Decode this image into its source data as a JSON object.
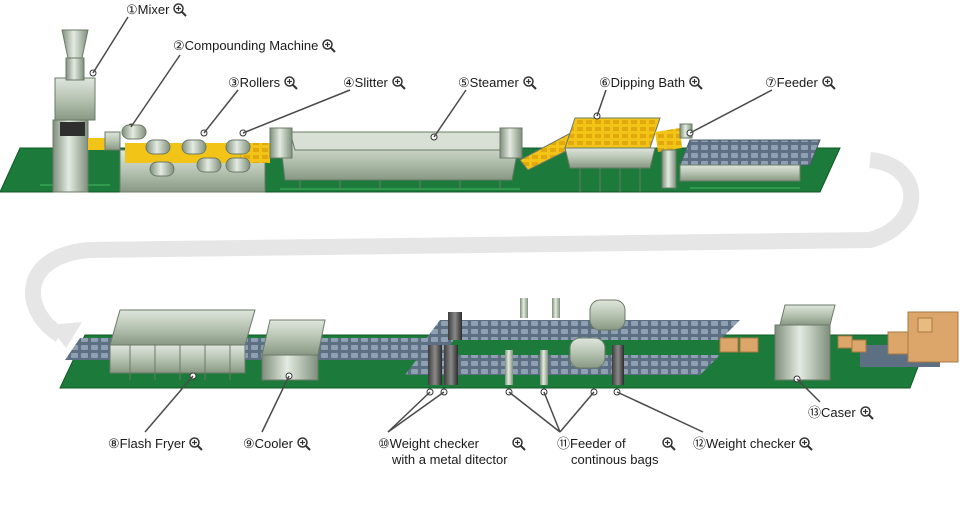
{
  "labels": [
    {
      "id": "mixer",
      "text": "①Mixer"
    },
    {
      "id": "compounding",
      "text": "②Compounding Machine"
    },
    {
      "id": "rollers",
      "text": "③Rollers"
    },
    {
      "id": "slitter",
      "text": "④Slitter"
    },
    {
      "id": "steamer",
      "text": "⑤Steamer"
    },
    {
      "id": "dipping",
      "text": "⑥Dipping Bath"
    },
    {
      "id": "feeder",
      "text": "⑦Feeder"
    },
    {
      "id": "fryer",
      "text": "⑧Flash Fryer"
    },
    {
      "id": "cooler",
      "text": "⑨Cooler"
    },
    {
      "id": "weightmetal",
      "line1": "⑩Weight checker",
      "line2": "with a metal ditector"
    },
    {
      "id": "bagfeeder",
      "line1": "⑪Feeder of",
      "line2": "continous bags"
    },
    {
      "id": "weight2",
      "text": "⑫Weight checker"
    },
    {
      "id": "caser",
      "text": "⑬Caser"
    }
  ],
  "icons": {
    "zoom": "zoom-in-magnifier-icon"
  },
  "colors": {
    "floor": "#1c7a3a",
    "floorEdge": "#0f5a26",
    "machine": "#b9c6b4",
    "machineDark": "#7f8f7c",
    "noodle": "#f2c417",
    "conveyor": "#5d7083",
    "box": "#dca66a",
    "leader": "#4a4a4a",
    "arrow": "#e6e6e6"
  }
}
